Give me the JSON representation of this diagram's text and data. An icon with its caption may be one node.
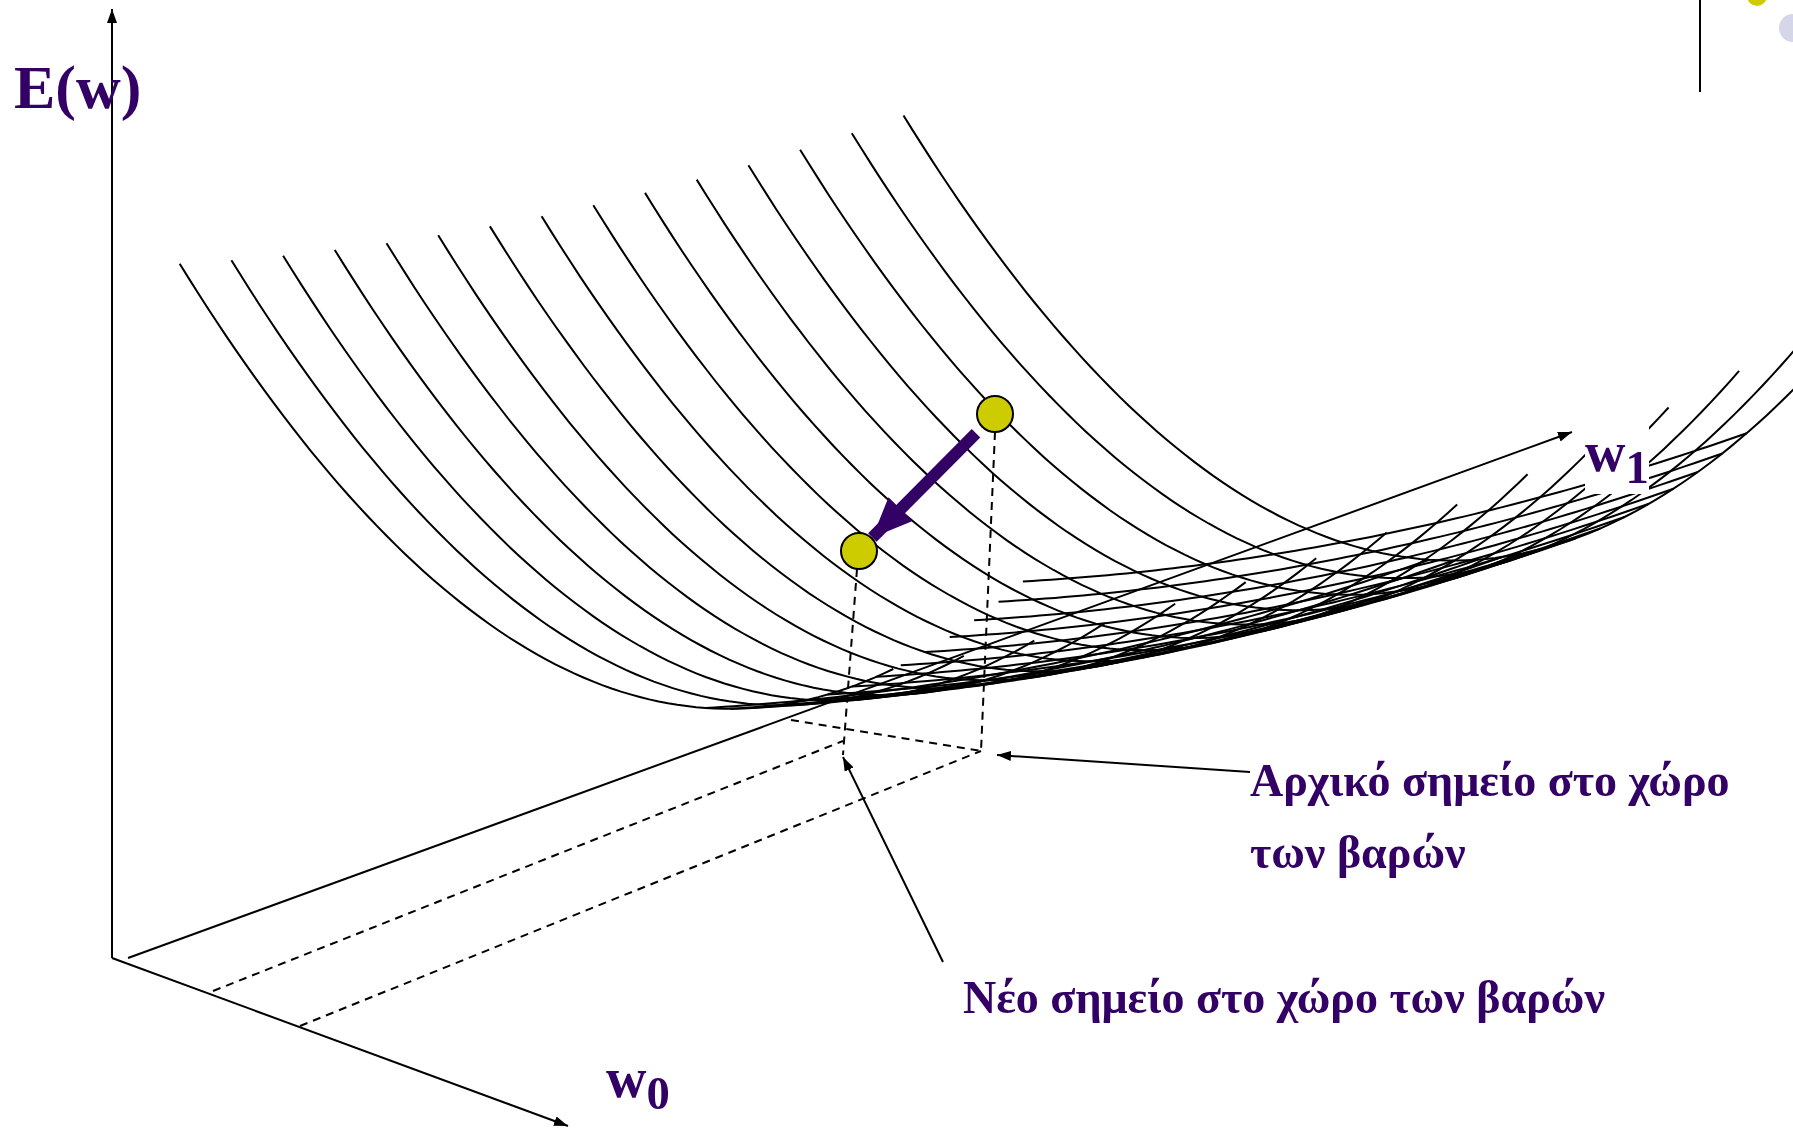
{
  "diagram": {
    "nodes": [
      {
        "text": [
          "Αρχικό σημείο στο χώρο των βαρών"
        ]
      },
      {
        "text": [
          "Νέο σημείο στο χώρο των βαρών"
        ]
      },
      {
        "text": [],
        "shape": "circle"
      },
      {
        "text": [],
        "shape": "circle"
      }
    ],
    "edges": [
      {
        "from": 0,
        "to": null,
        "arrow": "to"
      },
      {
        "from": 1,
        "to": null,
        "arrow": "to"
      },
      {
        "from": 2,
        "to": 3,
        "arrow": "to",
        "style": "thick",
        "color": "#330066"
      }
    ],
    "labels": [
      "E(w)",
      "w$_{1}$",
      "w$_{0}$"
    ]
  }
}
